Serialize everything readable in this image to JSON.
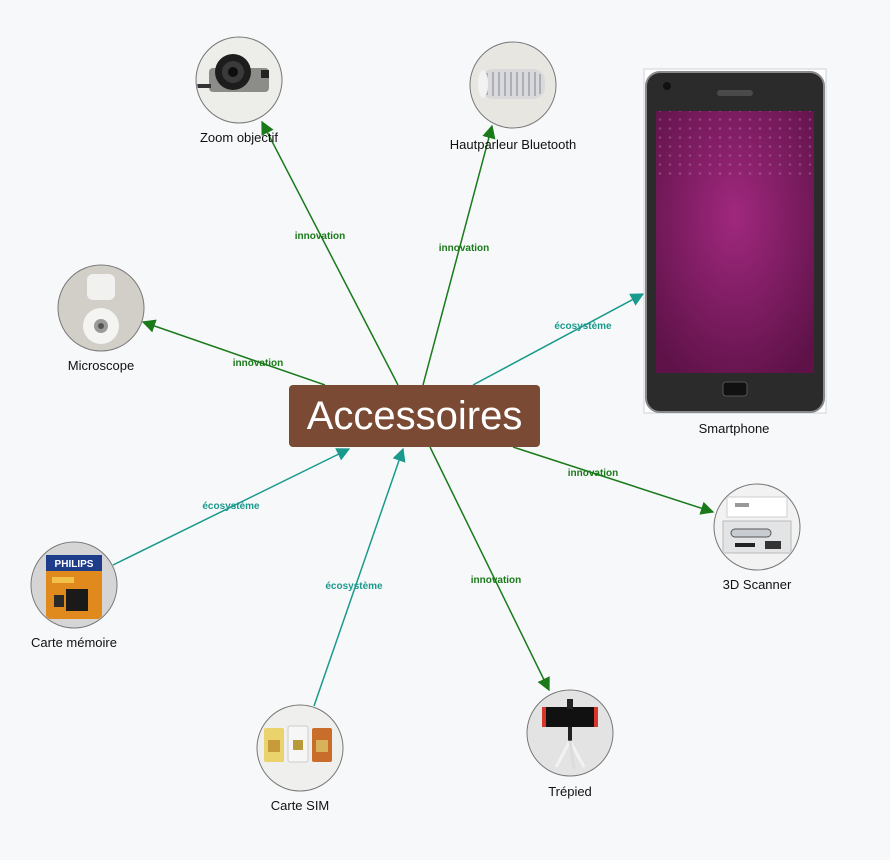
{
  "center": {
    "label": "Accessoires",
    "color": "#7a4a34"
  },
  "colors": {
    "innovation": "#1a7a1a",
    "ecosysteme": "#1a9a8c"
  },
  "nodes": [
    {
      "id": "zoom",
      "label": "Zoom objectif",
      "icon": "camera-lens-icon"
    },
    {
      "id": "speaker",
      "label": "Hautparleur Bluetooth",
      "icon": "speaker-icon"
    },
    {
      "id": "microscope",
      "label": "Microscope",
      "icon": "microscope-icon"
    },
    {
      "id": "smartphone",
      "label": "Smartphone",
      "icon": "smartphone-icon"
    },
    {
      "id": "scanner",
      "label": "3D Scanner",
      "icon": "scanner-icon"
    },
    {
      "id": "memory",
      "label": "Carte mémoire",
      "icon": "memory-card-icon"
    },
    {
      "id": "sim",
      "label": "Carte SIM",
      "icon": "sim-card-icon"
    },
    {
      "id": "tripod",
      "label": "Trépied",
      "icon": "tripod-icon"
    }
  ],
  "edges": [
    {
      "target": "zoom",
      "label": "innovation",
      "kind": "innovation",
      "direction": "to-node"
    },
    {
      "target": "speaker",
      "label": "innovation",
      "kind": "innovation",
      "direction": "to-node"
    },
    {
      "target": "microscope",
      "label": "innovation",
      "kind": "innovation",
      "direction": "to-node"
    },
    {
      "target": "smartphone",
      "label": "écosystème",
      "kind": "ecosysteme",
      "direction": "to-node"
    },
    {
      "target": "scanner",
      "label": "innovation",
      "kind": "innovation",
      "direction": "to-node"
    },
    {
      "target": "memory",
      "label": "écosystème",
      "kind": "ecosysteme",
      "direction": "to-center"
    },
    {
      "target": "sim",
      "label": "écosystème",
      "kind": "ecosysteme",
      "direction": "to-center"
    },
    {
      "target": "tripod",
      "label": "innovation",
      "kind": "innovation",
      "direction": "to-node"
    }
  ]
}
